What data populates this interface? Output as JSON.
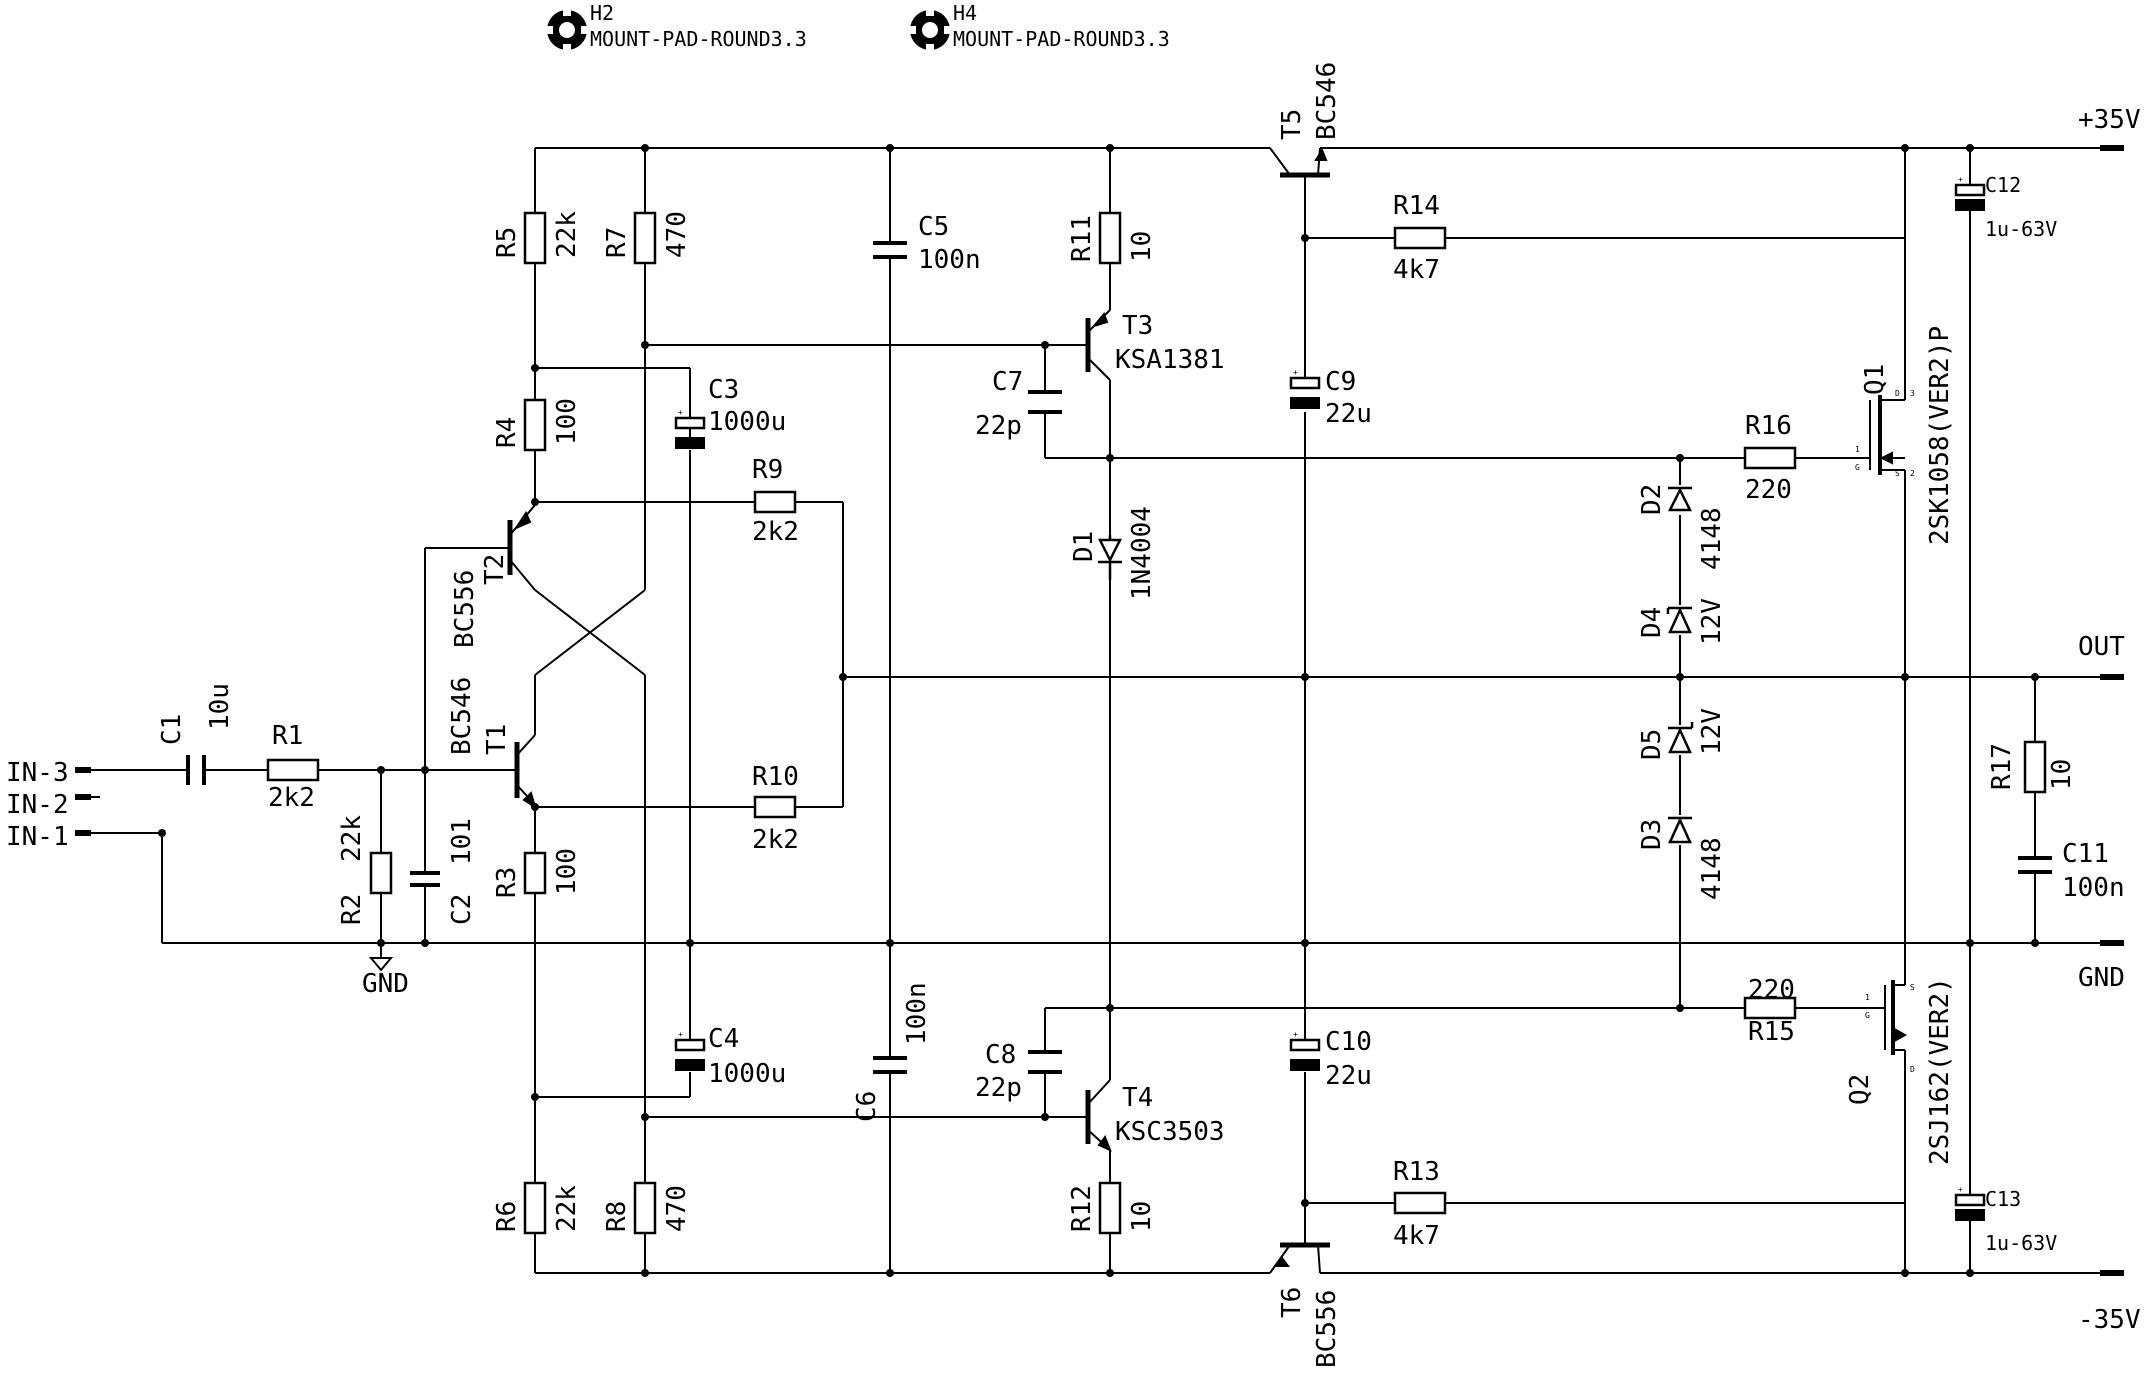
{
  "mounting": {
    "h2": {
      "ref": "H2",
      "value": "MOUNT-PAD-ROUND3.3"
    },
    "h4": {
      "ref": "H4",
      "value": "MOUNT-PAD-ROUND3.3"
    }
  },
  "rails": {
    "pos": "+35V",
    "neg": "-35V",
    "out": "OUT",
    "gnd": "GND"
  },
  "inputs": {
    "in3": "IN-3",
    "in2": "IN-2",
    "in1": "IN-1"
  },
  "gnd_symbol": "GND",
  "components": {
    "R1": {
      "ref": "R1",
      "value": "2k2"
    },
    "R2": {
      "ref": "R2",
      "value": "22k"
    },
    "R3": {
      "ref": "R3",
      "value": "100"
    },
    "R4": {
      "ref": "R4",
      "value": "100"
    },
    "R5": {
      "ref": "R5",
      "value": "22k"
    },
    "R6": {
      "ref": "R6",
      "value": "22k"
    },
    "R7": {
      "ref": "R7",
      "value": "470"
    },
    "R8": {
      "ref": "R8",
      "value": "470"
    },
    "R9": {
      "ref": "R9",
      "value": "2k2"
    },
    "R10": {
      "ref": "R10",
      "value": "2k2"
    },
    "R11": {
      "ref": "R11",
      "value": "10"
    },
    "R12": {
      "ref": "R12",
      "value": "10"
    },
    "R13": {
      "ref": "R13",
      "value": "4k7"
    },
    "R14": {
      "ref": "R14",
      "value": "4k7"
    },
    "R15": {
      "ref": "R15",
      "value": "220"
    },
    "R16": {
      "ref": "R16",
      "value": "220"
    },
    "R17": {
      "ref": "R17",
      "value": "10"
    },
    "C1": {
      "ref": "C1",
      "value": "10u"
    },
    "C2": {
      "ref": "C2",
      "value": "101"
    },
    "C3": {
      "ref": "C3",
      "value": "1000u"
    },
    "C4": {
      "ref": "C4",
      "value": "1000u"
    },
    "C5": {
      "ref": "C5",
      "value": "100n"
    },
    "C6": {
      "ref": "C6",
      "value": "100n"
    },
    "C7": {
      "ref": "C7",
      "value": "22p"
    },
    "C8": {
      "ref": "C8",
      "value": "22p"
    },
    "C9": {
      "ref": "C9",
      "value": "22u"
    },
    "C10": {
      "ref": "C10",
      "value": "22u"
    },
    "C11": {
      "ref": "C11",
      "value": "100n"
    },
    "C12": {
      "ref": "C12",
      "value": "1u-63V"
    },
    "C13": {
      "ref": "C13",
      "value": "1u-63V"
    },
    "T1": {
      "ref": "T1",
      "value": "BC546"
    },
    "T2": {
      "ref": "T2",
      "value": "BC556"
    },
    "T3": {
      "ref": "T3",
      "value": "KSA1381"
    },
    "T4": {
      "ref": "T4",
      "value": "KSC3503"
    },
    "T5": {
      "ref": "T5",
      "value": "BC546"
    },
    "T6": {
      "ref": "T6",
      "value": "BC556"
    },
    "D1": {
      "ref": "D1",
      "value": "1N4004"
    },
    "D2": {
      "ref": "D2",
      "value": "4148"
    },
    "D3": {
      "ref": "D3",
      "value": "4148"
    },
    "D4": {
      "ref": "D4",
      "value": "12V"
    },
    "D5": {
      "ref": "D5",
      "value": "12V"
    },
    "Q1": {
      "ref": "Q1",
      "value": "2SK1058(VER2)P"
    },
    "Q2": {
      "ref": "Q2",
      "value": "2SJ162(VER2)"
    }
  },
  "pins": {
    "d": "D",
    "g": "G",
    "s": "S",
    "n1": "1",
    "n2": "2",
    "n3": "3"
  }
}
